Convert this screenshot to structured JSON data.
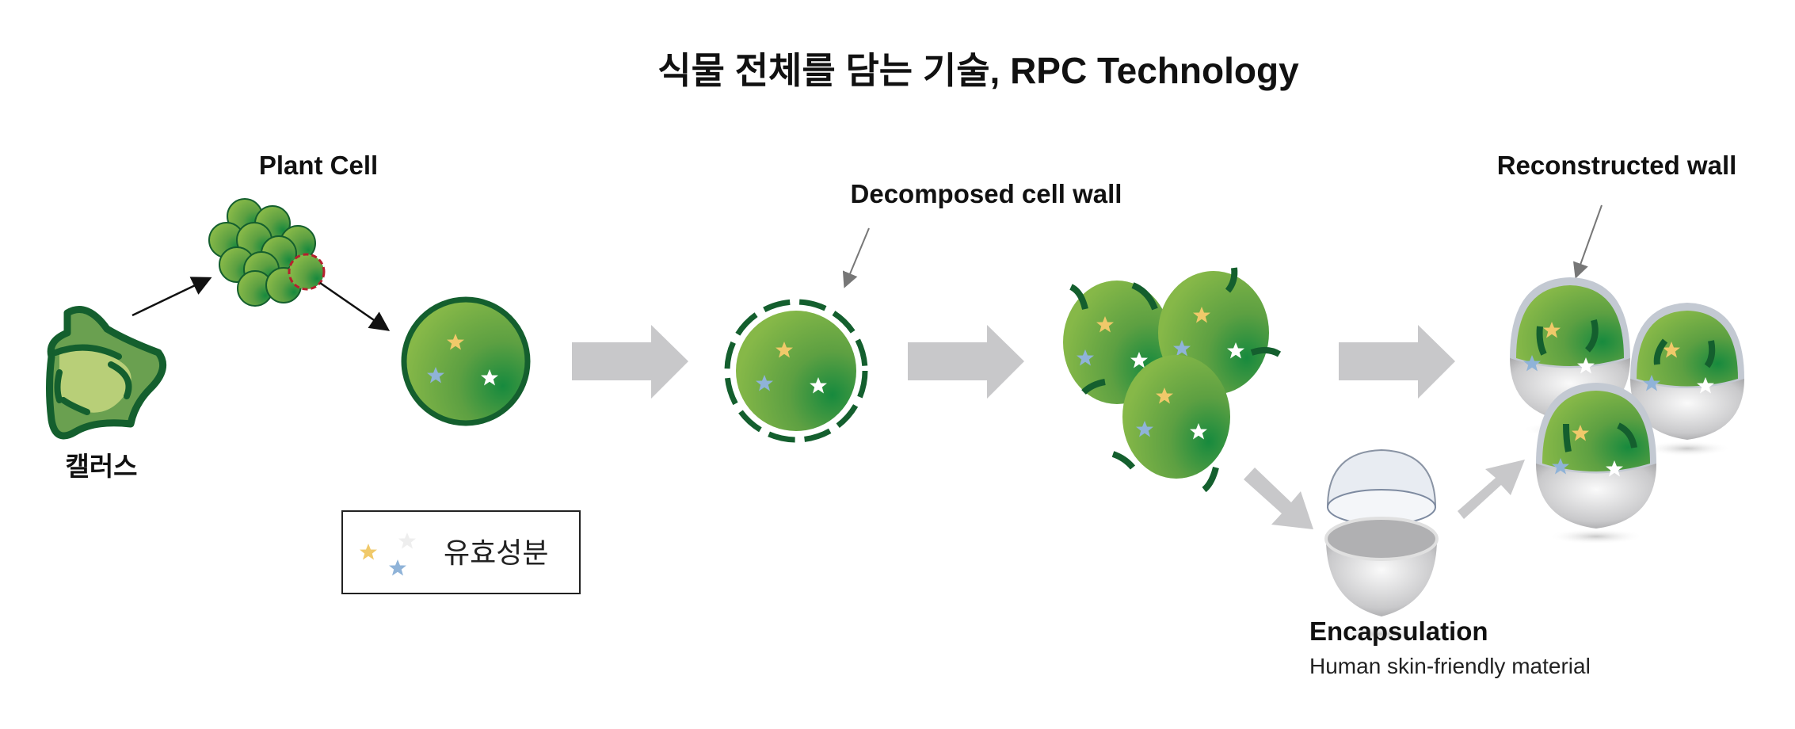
{
  "title": "식물 전체를 담는 기술, RPC Technology",
  "labels": {
    "callus": "캘러스",
    "plant_cell": "Plant Cell",
    "decomposed": "Decomposed cell wall",
    "reconstructed": "Reconstructed wall",
    "encapsulation": "Encapsulation",
    "encapsulation_sub": "Human skin-friendly material"
  },
  "legend": {
    "label": "유효성분",
    "icon": "star-icons"
  },
  "colors": {
    "cell_light": "#86b848",
    "cell_dark": "#178a3e",
    "wall": "#145f2e",
    "star_yellow": "#f0c96a",
    "star_blue": "#8fb3d8",
    "star_white": "#ffffff",
    "arrow_gray": "#c8c8ca",
    "highlight_red": "#b5202e"
  }
}
